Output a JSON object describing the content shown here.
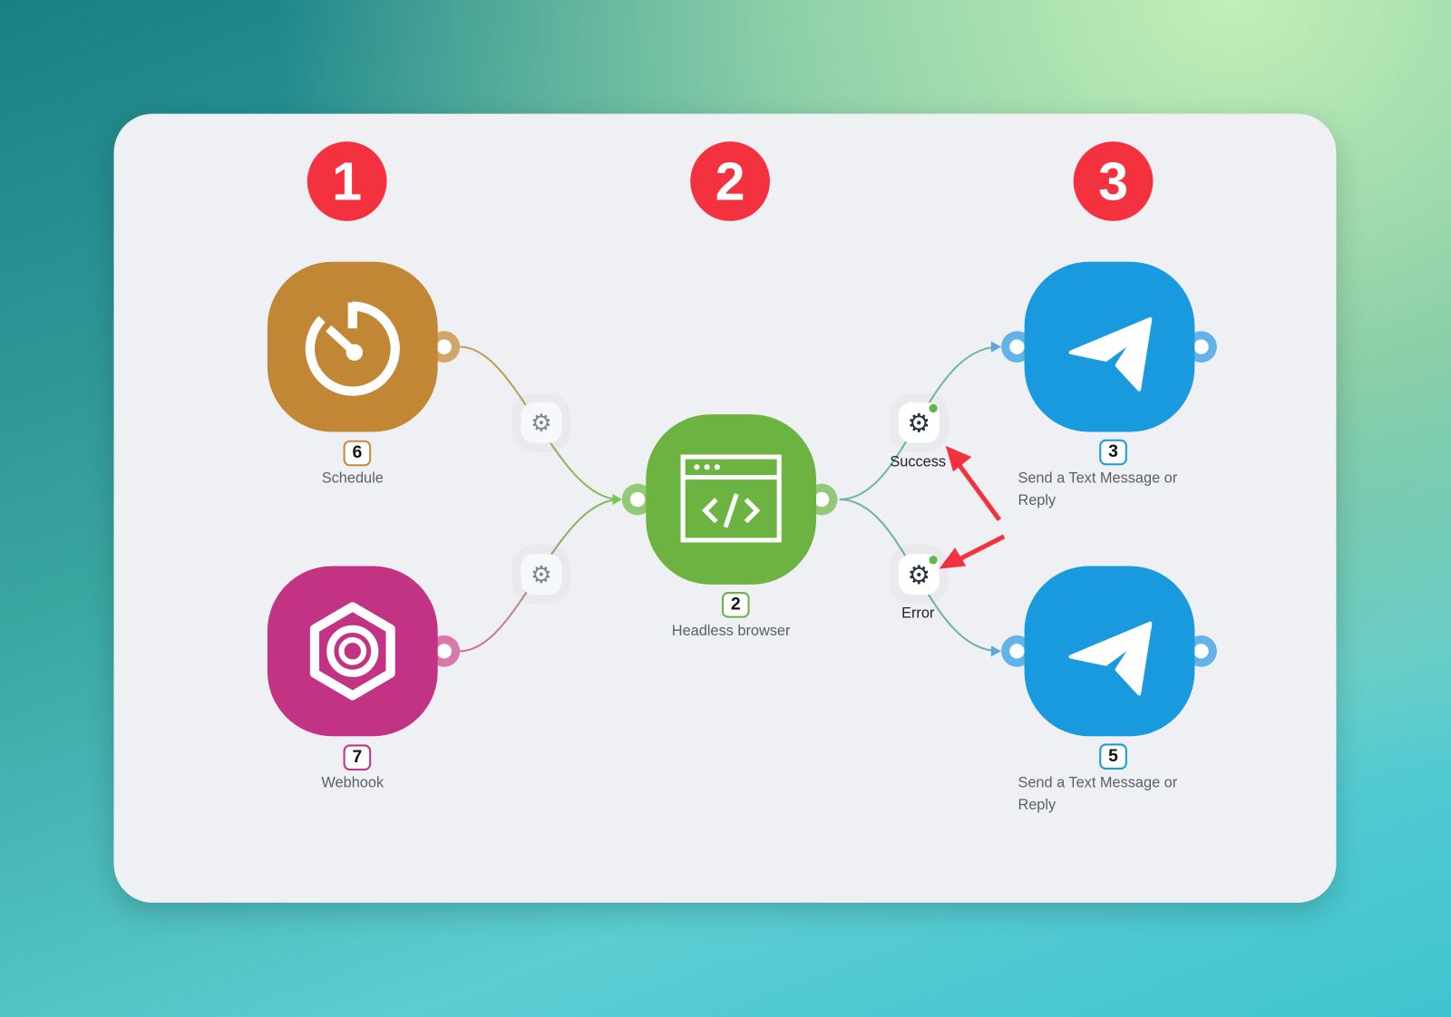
{
  "steps": [
    "1",
    "2",
    "3"
  ],
  "nodes": {
    "schedule": {
      "label": "Schedule",
      "badge": "6",
      "color": "#c28734",
      "icon": "timer-icon"
    },
    "webhook": {
      "label": "Webhook",
      "badge": "7",
      "color": "#c23384",
      "icon": "webhook-icon"
    },
    "headless": {
      "label": "Headless browser",
      "badge": "2",
      "color": "#6db342",
      "icon": "code-browser-icon"
    },
    "telegram1": {
      "label": "Send a Text Message or Reply",
      "badge": "3",
      "color": "#1a9ade",
      "icon": "telegram-icon"
    },
    "telegram2": {
      "label": "Send a Text Message or Reply",
      "badge": "5",
      "color": "#1a9ade",
      "icon": "telegram-icon"
    }
  },
  "routes": {
    "success": "Success",
    "error": "Error"
  },
  "colors": {
    "step": "#f4323f",
    "card": "#eff0f4",
    "arrow": "#f4323f"
  }
}
